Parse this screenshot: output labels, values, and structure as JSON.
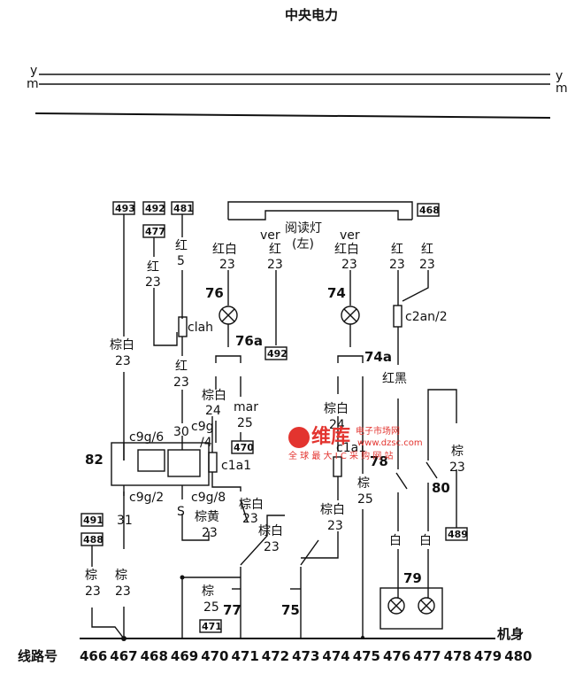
{
  "title": "中央电力",
  "bus_labels": {
    "y_left": "y",
    "m_left": "m",
    "y_right": "y",
    "m_right": "m"
  },
  "ground_label": "机身",
  "line_number_label": "线路号",
  "line_numbers": [
    "466",
    "467",
    "468",
    "469",
    "470",
    "471",
    "472",
    "473",
    "474",
    "475",
    "476",
    "477",
    "478",
    "479",
    "480"
  ],
  "refs": [
    "493",
    "492",
    "481",
    "477",
    "468",
    "492",
    "470",
    "471",
    "491",
    "488",
    "489"
  ],
  "component_numbers": [
    "76",
    "76a",
    "74",
    "74a",
    "82",
    "78",
    "80",
    "79",
    "77",
    "75"
  ],
  "connectors": [
    "clah",
    "c2an/2",
    "c9g/6",
    "c9g/2",
    "c9g",
    "/4",
    "c9g/8",
    "c1a1",
    "c1a1"
  ],
  "pins": [
    "30",
    "31",
    "S"
  ],
  "reading_lamp": "阅读灯",
  "reading_lamp_side": "(左)",
  "ver_labels": [
    "ver",
    "ver"
  ],
  "wires": [
    {
      "color": "红白",
      "gauge": "23"
    },
    {
      "color": "红",
      "gauge": "23"
    },
    {
      "color": "红白",
      "gauge": "23"
    },
    {
      "color": "红",
      "gauge": "23"
    },
    {
      "color": "红",
      "gauge": "23"
    },
    {
      "color": "红",
      "gauge": "5"
    },
    {
      "color": "红",
      "gauge": "23"
    },
    {
      "color": "棕白",
      "gauge": "23"
    },
    {
      "color": "红",
      "gauge": "23"
    },
    {
      "color": "红黑",
      "gauge": ""
    },
    {
      "color": "棕白",
      "gauge": "24"
    },
    {
      "color": "mar",
      "gauge": "25"
    },
    {
      "color": "棕白",
      "gauge": "24"
    },
    {
      "color": "棕",
      "gauge": "25"
    },
    {
      "color": "棕",
      "gauge": "23"
    },
    {
      "color": "棕白",
      "gauge": "23"
    },
    {
      "color": "棕黄",
      "gauge": "23"
    },
    {
      "color": "棕白",
      "gauge": "23"
    },
    {
      "color": "棕白",
      "gauge": "23"
    },
    {
      "color": "棕",
      "gauge": "23"
    },
    {
      "color": "棕",
      "gauge": "23"
    },
    {
      "color": "棕",
      "gauge": "25"
    },
    {
      "color": "白",
      "gauge": ""
    },
    {
      "color": "白",
      "gauge": ""
    }
  ],
  "watermark": {
    "brand": "维库",
    "tagline": "电子市场网",
    "url": "www.dzsc.com",
    "slogan": "全 球 最 大 I C 采 购 网 站"
  }
}
